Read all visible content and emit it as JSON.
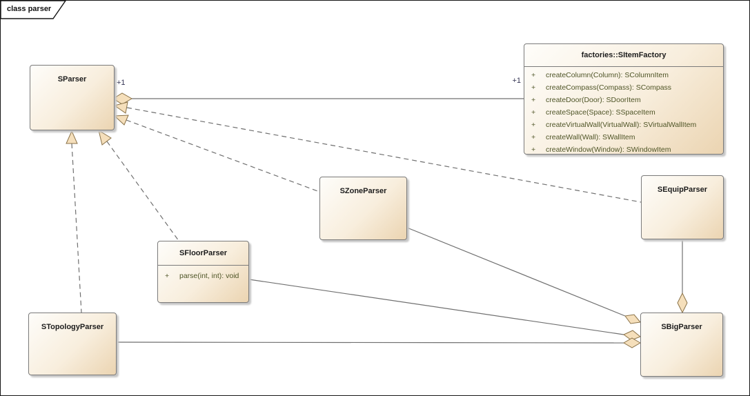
{
  "frame": {
    "label": "class parser"
  },
  "classes": {
    "sparser": {
      "name": "SParser"
    },
    "sitemfactory": {
      "name": "factories::SItemFactory",
      "methods": [
        {
          "vis": "+",
          "sig": "createColumn(Column): SColumnItem"
        },
        {
          "vis": "+",
          "sig": "createCompass(Compass): SCompass"
        },
        {
          "vis": "+",
          "sig": "createDoor(Door): SDoorItem"
        },
        {
          "vis": "+",
          "sig": "createSpace(Space): SSpaceItem"
        },
        {
          "vis": "+",
          "sig": "createVirtualWall(VirtualWall): SVirtualWallItem"
        },
        {
          "vis": "+",
          "sig": "createWall(Wall): SWallItem"
        },
        {
          "vis": "+",
          "sig": "createWindow(Window): SWindowItem"
        }
      ]
    },
    "szoneparser": {
      "name": "SZoneParser"
    },
    "sequipparser": {
      "name": "SEquipParser"
    },
    "sfloorparser": {
      "name": "SFloorParser",
      "methods": [
        {
          "vis": "+",
          "sig": "parse(int, int): void"
        }
      ]
    },
    "stopologyparser": {
      "name": "STopologyParser"
    },
    "sbigparser": {
      "name": "SBigParser"
    }
  },
  "connector_labels": {
    "sparser_multiplicity": "+1",
    "factory_multiplicity": "+1"
  },
  "relationships": [
    {
      "from": "SParser",
      "to": "factories::SItemFactory",
      "type": "aggregation",
      "diamond_at": "SParser",
      "line": "solid",
      "end_labels": [
        "+1",
        "+1"
      ]
    },
    {
      "from": "SEquipParser",
      "to": "SParser",
      "type": "realization",
      "arrow_at": "SParser",
      "line": "dashed"
    },
    {
      "from": "SZoneParser",
      "to": "SParser",
      "type": "realization",
      "arrow_at": "SParser",
      "line": "dashed"
    },
    {
      "from": "STopologyParser",
      "to": "SParser",
      "type": "realization",
      "arrow_at": "SParser",
      "line": "dashed"
    },
    {
      "from": "SFloorParser",
      "to": "SParser",
      "type": "realization",
      "arrow_at": "SParser",
      "line": "dashed"
    },
    {
      "from": "SZoneParser",
      "to": "SBigParser",
      "type": "aggregation",
      "diamond_at": "SBigParser",
      "line": "solid"
    },
    {
      "from": "SFloorParser",
      "to": "SBigParser",
      "type": "aggregation",
      "diamond_at": "SBigParser",
      "line": "solid"
    },
    {
      "from": "STopologyParser",
      "to": "SBigParser",
      "type": "aggregation",
      "diamond_at": "SBigParser",
      "line": "solid"
    },
    {
      "from": "SEquipParser",
      "to": "SBigParser",
      "type": "aggregation",
      "diamond_at": "SBigParser",
      "line": "solid"
    }
  ],
  "colors": {
    "box_fill_light": "#fefdfa",
    "box_fill_dark": "#ebd4b1",
    "box_border": "#7a7a7a",
    "connector_line": "#6f6f6f",
    "shape_fill": "#f5dfbb",
    "shape_border": "#8a7248",
    "method_text": "#4e5426",
    "title_text": "#1c1c1c",
    "multiplicity_text": "#333352"
  }
}
